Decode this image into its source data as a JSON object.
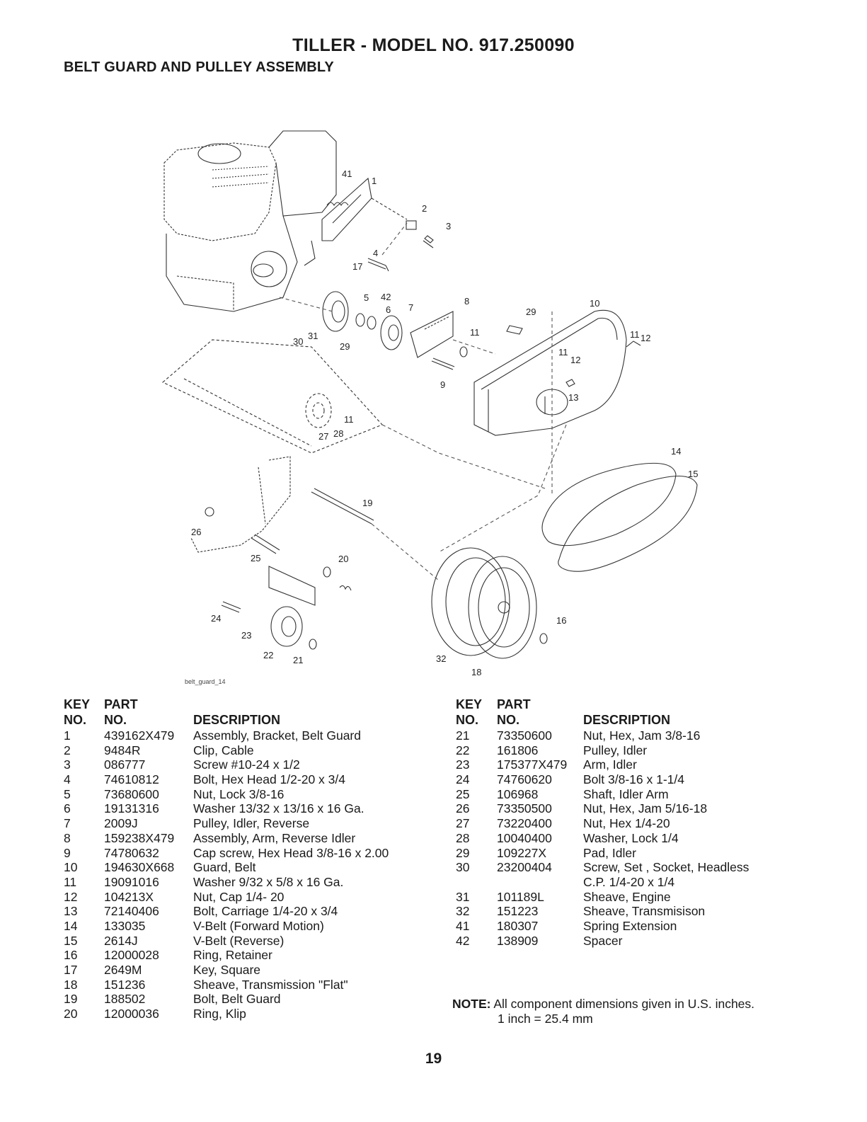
{
  "header": {
    "title": "TILLER - MODEL NO. 917.250090",
    "subtitle": "BELT GUARD AND PULLEY ASSEMBLY"
  },
  "figure": {
    "label": "belt_guard_14",
    "callouts": [
      "41",
      "1",
      "2",
      "3",
      "4",
      "17",
      "5",
      "42",
      "6",
      "7",
      "8",
      "10",
      "29",
      "11",
      "12",
      "30",
      "31",
      "9",
      "13",
      "14",
      "15",
      "27",
      "28",
      "19",
      "26",
      "25",
      "20",
      "24",
      "23",
      "22",
      "21",
      "32",
      "18",
      "16"
    ]
  },
  "parts_left": {
    "headers": {
      "key": "KEY",
      "no": "NO.",
      "part": "PART",
      "part_no": "NO.",
      "desc": "DESCRIPTION"
    },
    "rows": [
      {
        "key": "1",
        "part": "439162X479",
        "desc": "Assembly, Bracket, Belt Guard"
      },
      {
        "key": "2",
        "part": "9484R",
        "desc": "Clip, Cable"
      },
      {
        "key": "3",
        "part": "086777",
        "desc": "Screw #10-24 x 1/2"
      },
      {
        "key": "4",
        "part": "74610812",
        "desc": "Bolt, Hex Head  1/2-20 x 3/4"
      },
      {
        "key": "5",
        "part": "73680600",
        "desc": "Nut, Lock  3/8-16"
      },
      {
        "key": "6",
        "part": "19131316",
        "desc": "Washer 13/32 x 13/16 x 16 Ga."
      },
      {
        "key": "7",
        "part": "2009J",
        "desc": "Pulley, Idler, Reverse"
      },
      {
        "key": "8",
        "part": "159238X479",
        "desc": "Assembly, Arm, Reverse Idler"
      },
      {
        "key": "9",
        "part": "74780632",
        "desc": "Cap screw, Hex Head 3/8-16 x 2.00"
      },
      {
        "key": "10",
        "part": "194630X668",
        "desc": "Guard, Belt"
      },
      {
        "key": "11",
        "part": "19091016",
        "desc": "Washer 9/32 x 5/8 x 16 Ga."
      },
      {
        "key": "12",
        "part": "104213X",
        "desc": "Nut, Cap 1/4- 20"
      },
      {
        "key": "13",
        "part": "72140406",
        "desc": "Bolt, Carriage 1/4-20 x 3/4"
      },
      {
        "key": "14",
        "part": "133035",
        "desc": "V-Belt (Forward Motion)"
      },
      {
        "key": "15",
        "part": "2614J",
        "desc": "V-Belt (Reverse)"
      },
      {
        "key": "16",
        "part": "12000028",
        "desc": "Ring, Retainer"
      },
      {
        "key": "17",
        "part": "2649M",
        "desc": "Key, Square"
      },
      {
        "key": "18",
        "part": "151236",
        "desc": "Sheave, Transmission \"Flat\""
      },
      {
        "key": "19",
        "part": "188502",
        "desc": "Bolt, Belt Guard"
      },
      {
        "key": "20",
        "part": "12000036",
        "desc": "Ring, Klip"
      }
    ]
  },
  "parts_right": {
    "headers": {
      "key": "KEY",
      "no": "NO.",
      "part": "PART",
      "part_no": "NO.",
      "desc": "DESCRIPTION"
    },
    "rows": [
      {
        "key": "21",
        "part": "73350600",
        "desc": "Nut, Hex, Jam 3/8-16"
      },
      {
        "key": "22",
        "part": "161806",
        "desc": "Pulley, Idler"
      },
      {
        "key": "23",
        "part": "175377X479",
        "desc": "Arm, Idler"
      },
      {
        "key": "24",
        "part": "74760620",
        "desc": "Bolt 3/8-16 x 1-1/4"
      },
      {
        "key": "25",
        "part": "106968",
        "desc": "Shaft, Idler Arm"
      },
      {
        "key": "26",
        "part": "73350500",
        "desc": "Nut, Hex, Jam  5/16-18"
      },
      {
        "key": "27",
        "part": "73220400",
        "desc": "Nut, Hex 1/4-20"
      },
      {
        "key": "28",
        "part": "10040400",
        "desc": "Washer, Lock 1/4"
      },
      {
        "key": "29",
        "part": "109227X",
        "desc": "Pad, Idler"
      },
      {
        "key": "30",
        "part": "23200404",
        "desc": "Screw, Set , Socket, Headless"
      },
      {
        "key": "",
        "part": "",
        "desc": "C.P.  1/4-20 x 1/4"
      },
      {
        "key": "31",
        "part": "101189L",
        "desc": "Sheave, Engine"
      },
      {
        "key": "32",
        "part": "151223",
        "desc": "Sheave, Transmisison"
      },
      {
        "key": "41",
        "part": "180307",
        "desc": "Spring Extension"
      },
      {
        "key": "42",
        "part": "138909",
        "desc": "Spacer"
      }
    ]
  },
  "note": {
    "label": "NOTE:",
    "line1": "All component dimensions given in U.S. inches.",
    "line2": "1 inch = 25.4 mm"
  },
  "page_number": "19"
}
